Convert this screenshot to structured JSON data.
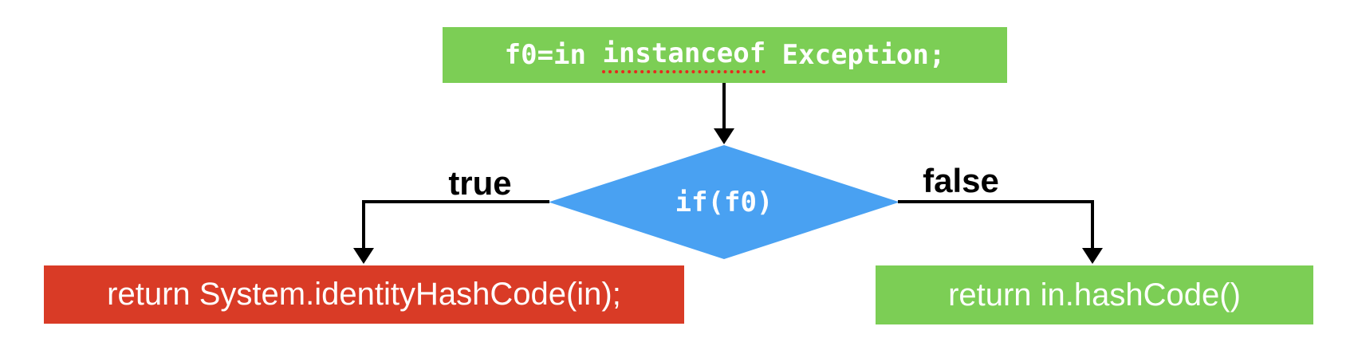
{
  "diagram": {
    "assign_node": {
      "code_before": "f0=in ",
      "code_underlined": "instanceof",
      "code_after": " Exception;"
    },
    "decision_node": {
      "label": "if(f0)"
    },
    "true_branch": {
      "label": "true",
      "result": "return System.identityHashCode(in);"
    },
    "false_branch": {
      "label": "false",
      "result": "return in.hashCode()"
    },
    "colors": {
      "green": "#7CCE55",
      "red": "#D93B26",
      "blue": "#49A1F2",
      "line": "#000000",
      "misspell_underline": "#E8281E"
    }
  }
}
